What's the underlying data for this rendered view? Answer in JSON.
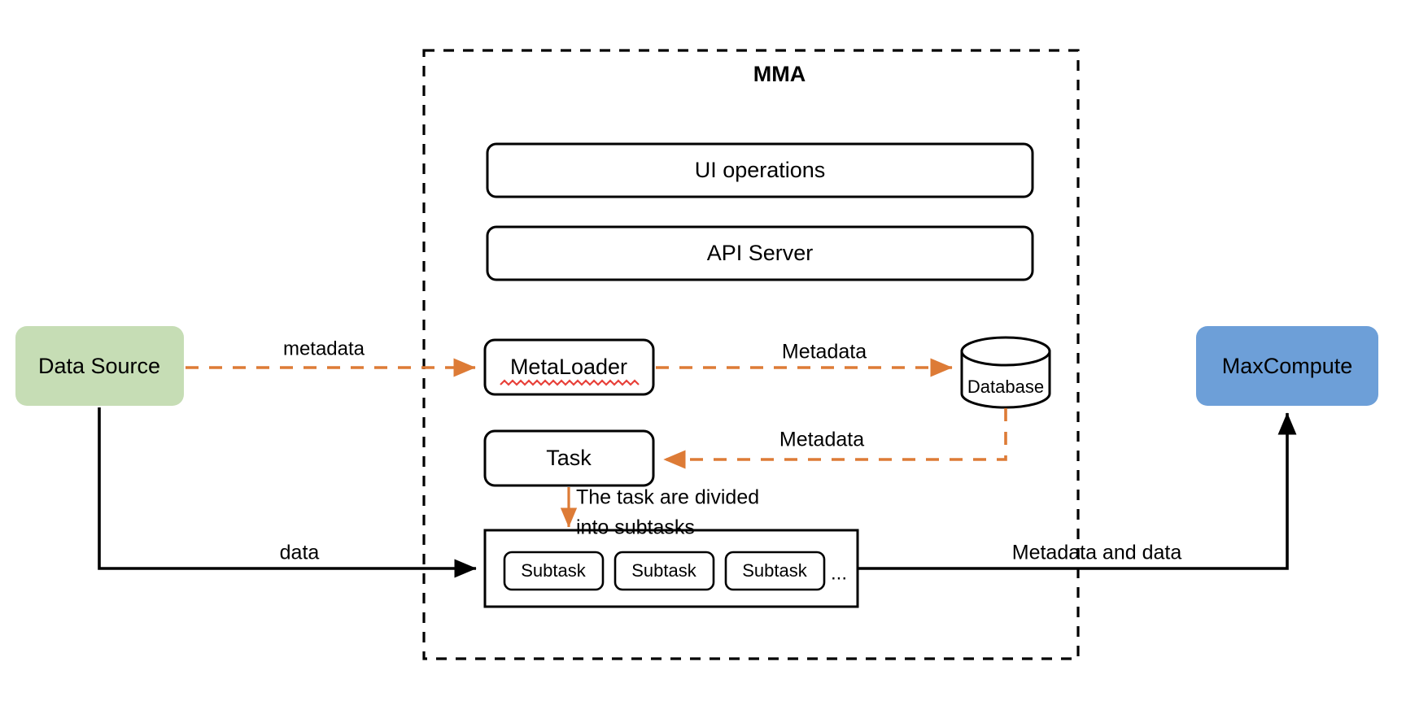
{
  "diagram": {
    "title": "MMA architecture data flow",
    "boundary": {
      "label": "MMA",
      "style": "dashed-rectangle"
    },
    "colors": {
      "source_fill": "#c6ddb5",
      "target_fill": "#6d9fd8",
      "stroke": "#000000",
      "metadata_flow": "#dd7b36",
      "data_flow": "#000000",
      "spellcheck_underline": "#e8413a",
      "background": "#ffffff"
    },
    "nodes": {
      "data_source": {
        "label": "Data Source",
        "shape": "rounded-rect",
        "fill": "#c6ddb5"
      },
      "max_compute": {
        "label": "MaxCompute",
        "shape": "rounded-rect",
        "fill": "#6d9fd8"
      },
      "ui_operations": {
        "label": "UI operations",
        "shape": "rounded-rect",
        "fill": "#ffffff"
      },
      "api_server": {
        "label": "API Server",
        "shape": "rounded-rect",
        "fill": "#ffffff"
      },
      "meta_loader": {
        "label": "MetaLoader",
        "shape": "rounded-rect",
        "fill": "#ffffff",
        "spellcheck_flagged": true
      },
      "database": {
        "label": "Database",
        "shape": "cylinder",
        "fill": "#ffffff"
      },
      "task": {
        "label": "Task",
        "shape": "rounded-rect",
        "fill": "#ffffff"
      },
      "subtask_group": {
        "shape": "rect",
        "fill": "#ffffff",
        "ellipsis": "..."
      },
      "subtasks": [
        {
          "label": "Subtask"
        },
        {
          "label": "Subtask"
        },
        {
          "label": "Subtask"
        }
      ]
    },
    "edges": [
      {
        "id": "data-source-to-metaloader",
        "label": "metadata",
        "from": "data_source",
        "to": "meta_loader",
        "style": "dashed",
        "color": "#dd7b36"
      },
      {
        "id": "metaloader-to-database",
        "label": "Metadata",
        "from": "meta_loader",
        "to": "database",
        "style": "dashed",
        "color": "#dd7b36"
      },
      {
        "id": "database-to-task",
        "label": "Metadata",
        "from": "database",
        "to": "task",
        "style": "dashed",
        "color": "#dd7b36"
      },
      {
        "id": "task-to-subtasks",
        "label": "The task are divided into subtasks",
        "label_line_1": "The task are divided",
        "label_line_2": "into subtasks",
        "from": "task",
        "to": "subtask_group",
        "style": "solid",
        "color": "#dd7b36"
      },
      {
        "id": "data-source-to-subtasks",
        "label": "data",
        "from": "data_source",
        "to": "subtask_group",
        "style": "solid",
        "color": "#000000"
      },
      {
        "id": "subtasks-to-maxcompute",
        "label": "Metadata and data",
        "from": "subtask_group",
        "to": "max_compute",
        "style": "solid",
        "color": "#000000"
      }
    ]
  }
}
